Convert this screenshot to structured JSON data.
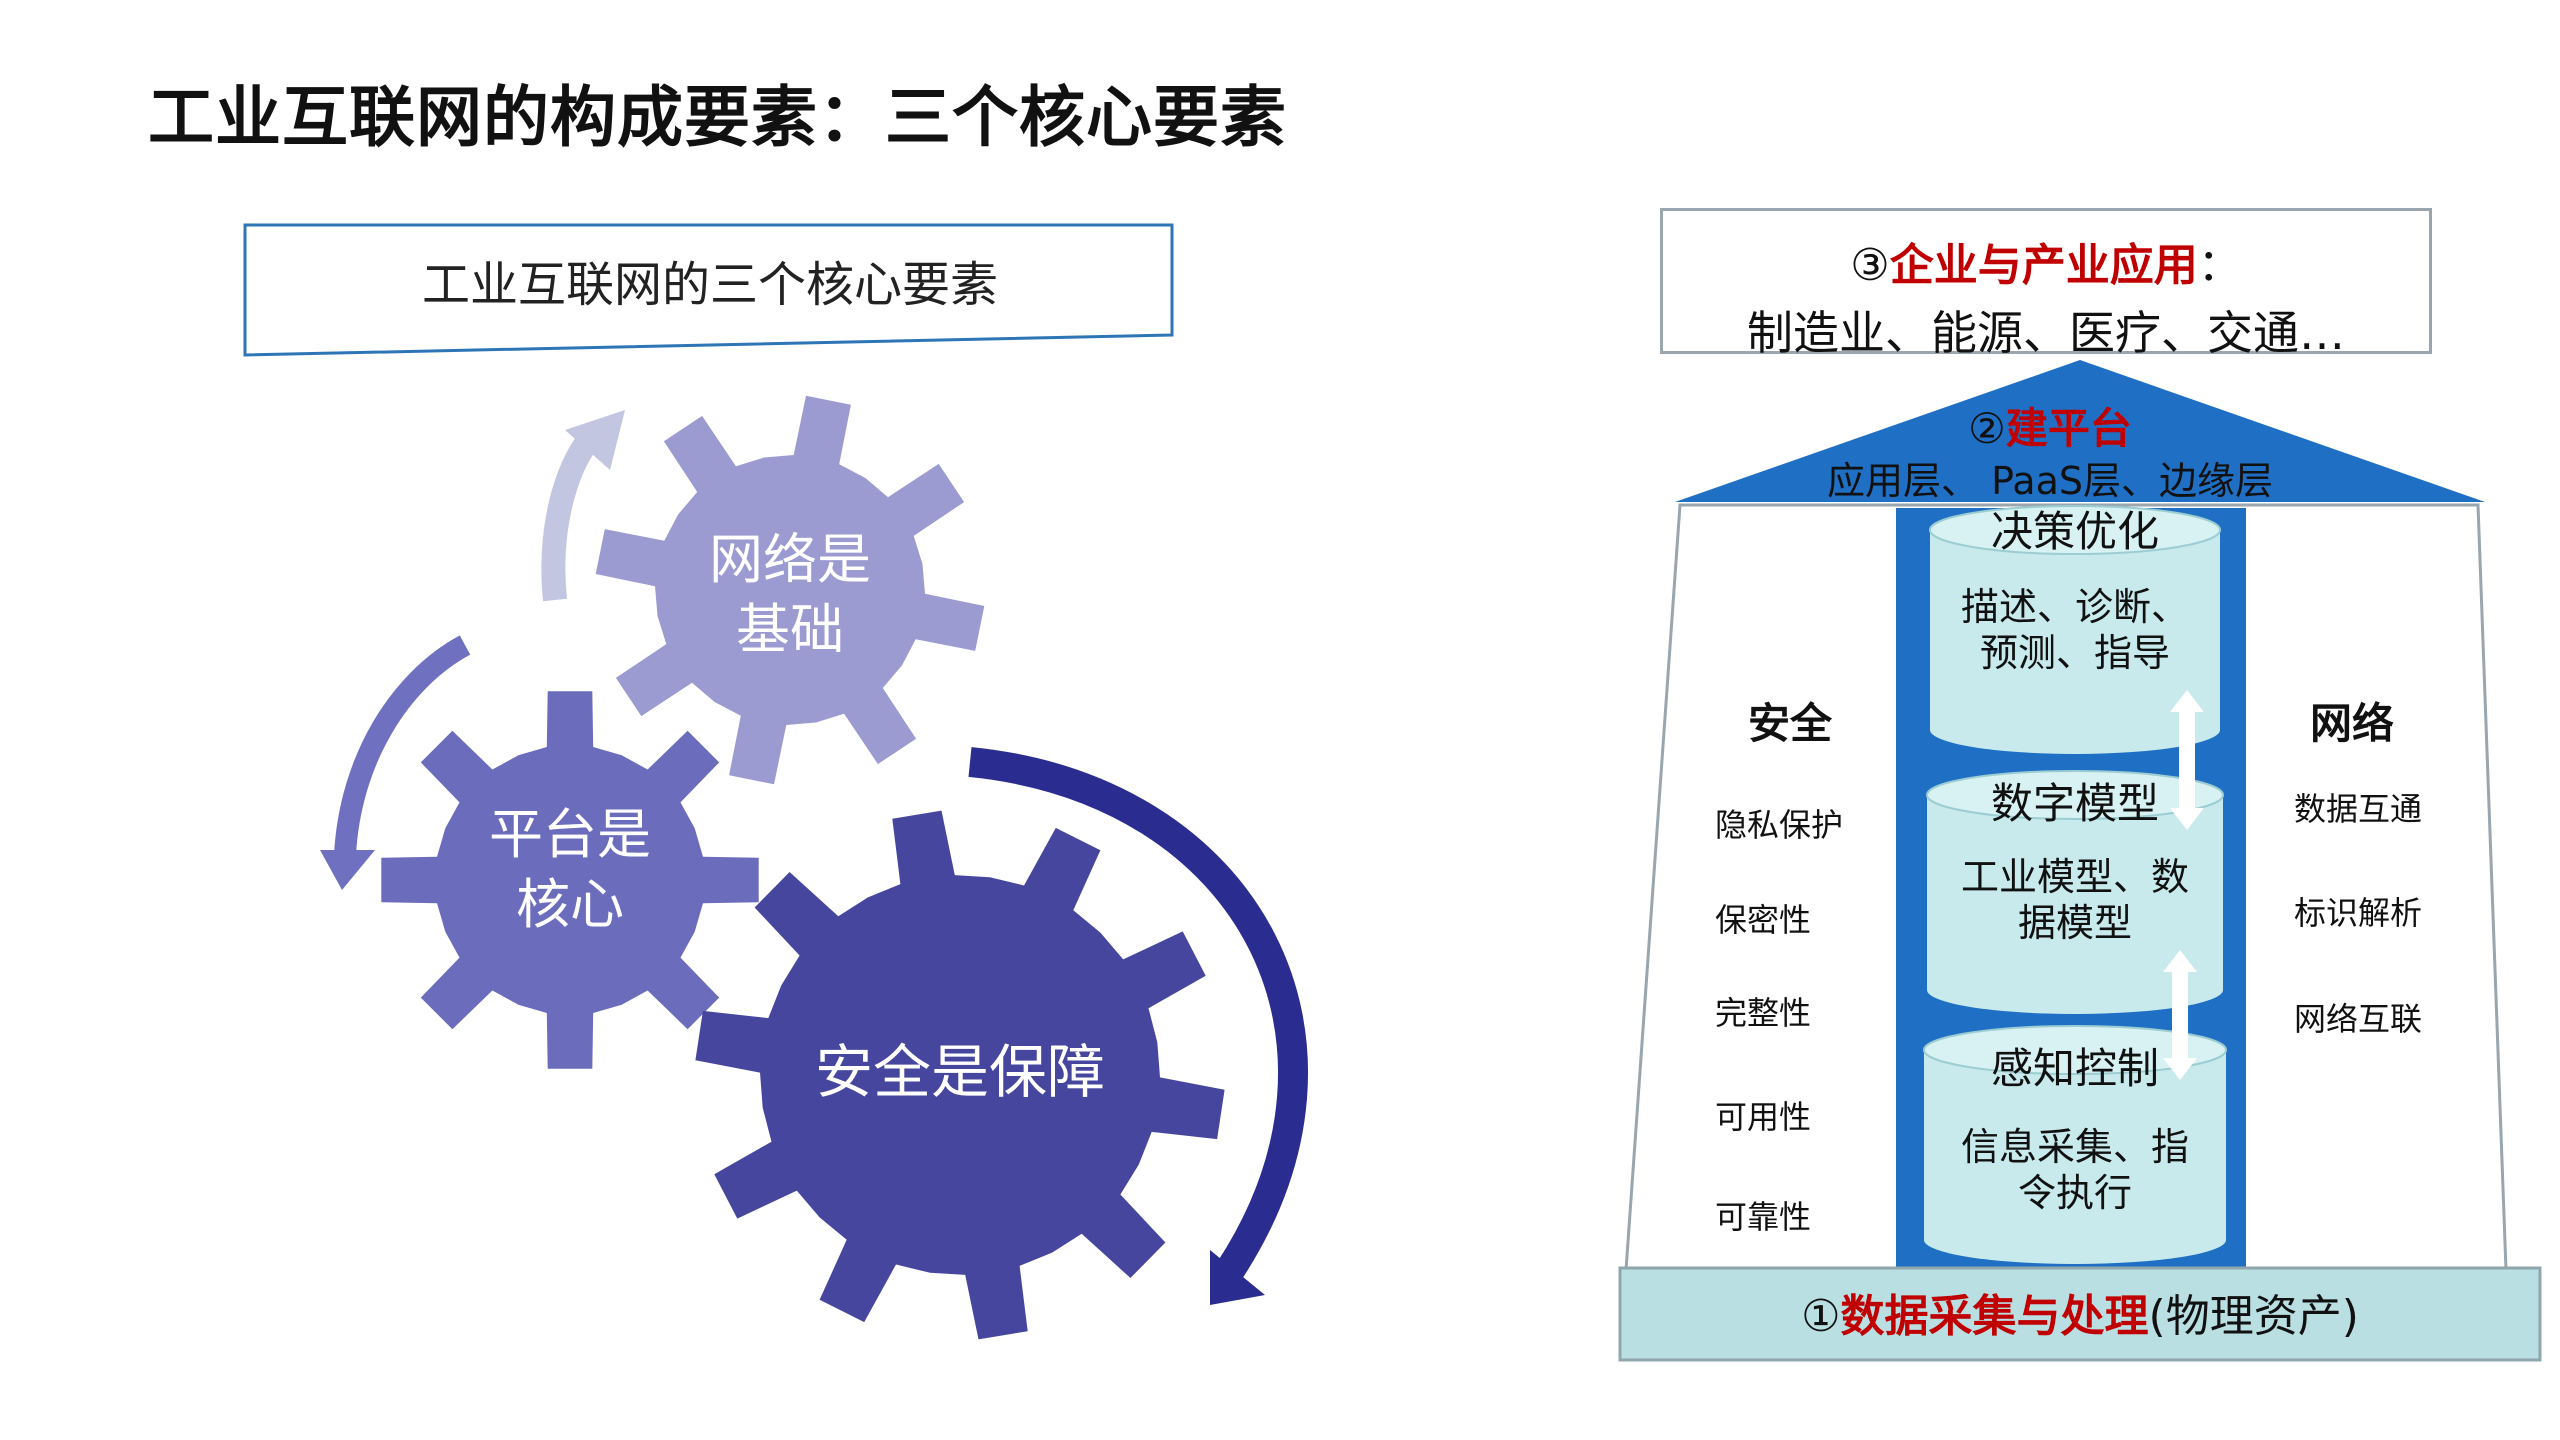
{
  "title": "工业互联网的构成要素：三个核心要素",
  "left": {
    "box_label": "工业互联网的三个核心要素",
    "gears": [
      {
        "label_line1": "网络是",
        "label_line2": "基础",
        "color": "#9b9bd1"
      },
      {
        "label_line1": "平台是",
        "label_line2": "核心",
        "color": "#6c6cbd"
      },
      {
        "label": "安全是保障",
        "color": "#46469e"
      }
    ],
    "arrow_colors": [
      "#c3c6e0",
      "#6f70bf",
      "#2b2c8f"
    ]
  },
  "right": {
    "top_box": {
      "prefix": "③",
      "highlight": "企业与产业应用",
      "suffix": "：",
      "line2": "制造业、能源、医疗、交通…"
    },
    "roof": {
      "prefix": "②",
      "highlight": "建平台",
      "subtitle": "应用层、 PaaS层、边缘层"
    },
    "security": {
      "head": "安全",
      "items": [
        "隐私保护",
        "保密性",
        "完整性",
        "可用性",
        "可靠性"
      ]
    },
    "network": {
      "head": "网络",
      "items": [
        "数据互通",
        "标识解析",
        "网络互联"
      ]
    },
    "cylinders": [
      {
        "title": "决策优化",
        "body_line1": "描述、诊断、",
        "body_line2": "预测、指导"
      },
      {
        "title": "数字模型",
        "body_line1": "工业模型、数",
        "body_line2": "据模型"
      },
      {
        "title": "感知控制",
        "body_line1": "信息采集、指",
        "body_line2": "令执行"
      }
    ],
    "base": {
      "prefix": "①",
      "highlight": "数据采集与处理",
      "suffix": "(物理资产)"
    },
    "colors": {
      "blue": "#1f6fc4",
      "cyan": "#c8eaec",
      "red": "#c00000",
      "base_fill": "#b9dfe3"
    }
  }
}
